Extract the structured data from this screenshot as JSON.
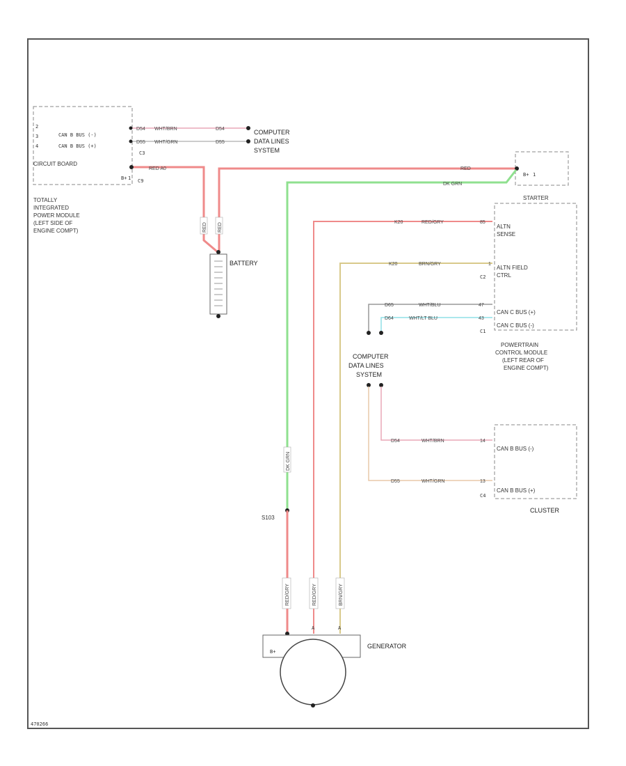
{
  "colors": {
    "red": "#ef8a8a",
    "green": "#8fe08f",
    "tan": "#d8c98a",
    "pink": "#e9a7b7",
    "cyan": "#8fdfe6",
    "gray": "#999999",
    "dark": "#222222"
  },
  "tipm": {
    "pins": [
      "2",
      "3",
      "4"
    ],
    "lines": [
      "CAN B BUS (-)",
      "CAN B BUS (+)"
    ],
    "connector_a": "C3",
    "connector_b": "C9",
    "circuit_board": "CIRCUIT BOARD",
    "batt_pin": "B+",
    "batt_pin_num": "1",
    "description": [
      "TOTALLY",
      "INTEGRATED",
      "POWER MODULE",
      "(LEFT SIDE OF",
      "ENGINE COMPT)"
    ]
  },
  "wires": {
    "tipm_1_id": "D54",
    "tipm_1_color": "WHT/BRN",
    "tipm_1_code": "D54",
    "tipm_2_id": "D55",
    "tipm_2_color": "WHT/GRN",
    "tipm_2_code": "D55",
    "batt_red": "RED  A0",
    "red_main": "RED",
    "green_main": "DK GRN",
    "green_vertical": "DK GRN",
    "alt_sense_circuit": "K20",
    "alt_sense_color": "RED/GRY",
    "alt_sense_pin": "85",
    "alt_field_circuit": "K20",
    "alt_field_color": "BRN/GRY",
    "alt_field_pin": "1",
    "can_c_plus_circuit": "D65",
    "can_c_plus_color": "WHT/BLU",
    "can_c_plus_pin": "47",
    "can_c_minus_circuit": "D64",
    "can_c_minus_color": "WHT/LT BLU",
    "can_c_minus_pin": "43",
    "cluster_1_circuit": "D54",
    "cluster_1_color": "WHT/BRN",
    "cluster_1_pin": "14",
    "cluster_2_circuit": "D55",
    "cluster_2_color": "WHT/GRN",
    "cluster_2_pin": "13",
    "gen_wire_1": "RED/GRY",
    "gen_wire_2": "RED/GRY",
    "gen_wire_3": "BRN/GRY",
    "batt_wire_1": "RED",
    "batt_wire_2": "RED"
  },
  "computer_data_lines_top": [
    "COMPUTER",
    "DATA LINES",
    "SYSTEM"
  ],
  "computer_data_lines_mid": [
    "COMPUTER",
    "DATA LINES",
    "SYSTEM"
  ],
  "starter": {
    "pin": "B+",
    "pin_num": "1"
  },
  "pcm": {
    "header": "STARTER",
    "alt_sense": [
      "ALTN",
      "SENSE"
    ],
    "alt_field": [
      "ALTN FIELD",
      "CTRL"
    ],
    "connector_c2": "C2",
    "can_c_plus": "CAN C BUS (+)",
    "can_c_minus": "CAN C BUS (-)",
    "connector_c1": "C1",
    "description": [
      "POWERTRAIN",
      "CONTROL MODULE",
      "(LEFT REAR OF",
      "ENGINE COMPT)"
    ]
  },
  "cluster": {
    "can_b_minus": "CAN B BUS (-)",
    "can_b_plus": "CAN B BUS (+)",
    "connector": "C4",
    "label": "CLUSTER"
  },
  "battery": {
    "label": "BATTERY"
  },
  "splice": {
    "label": "S103"
  },
  "generator": {
    "label": "GENERATOR",
    "pin": "B+"
  },
  "footer": {
    "code": "470266"
  }
}
